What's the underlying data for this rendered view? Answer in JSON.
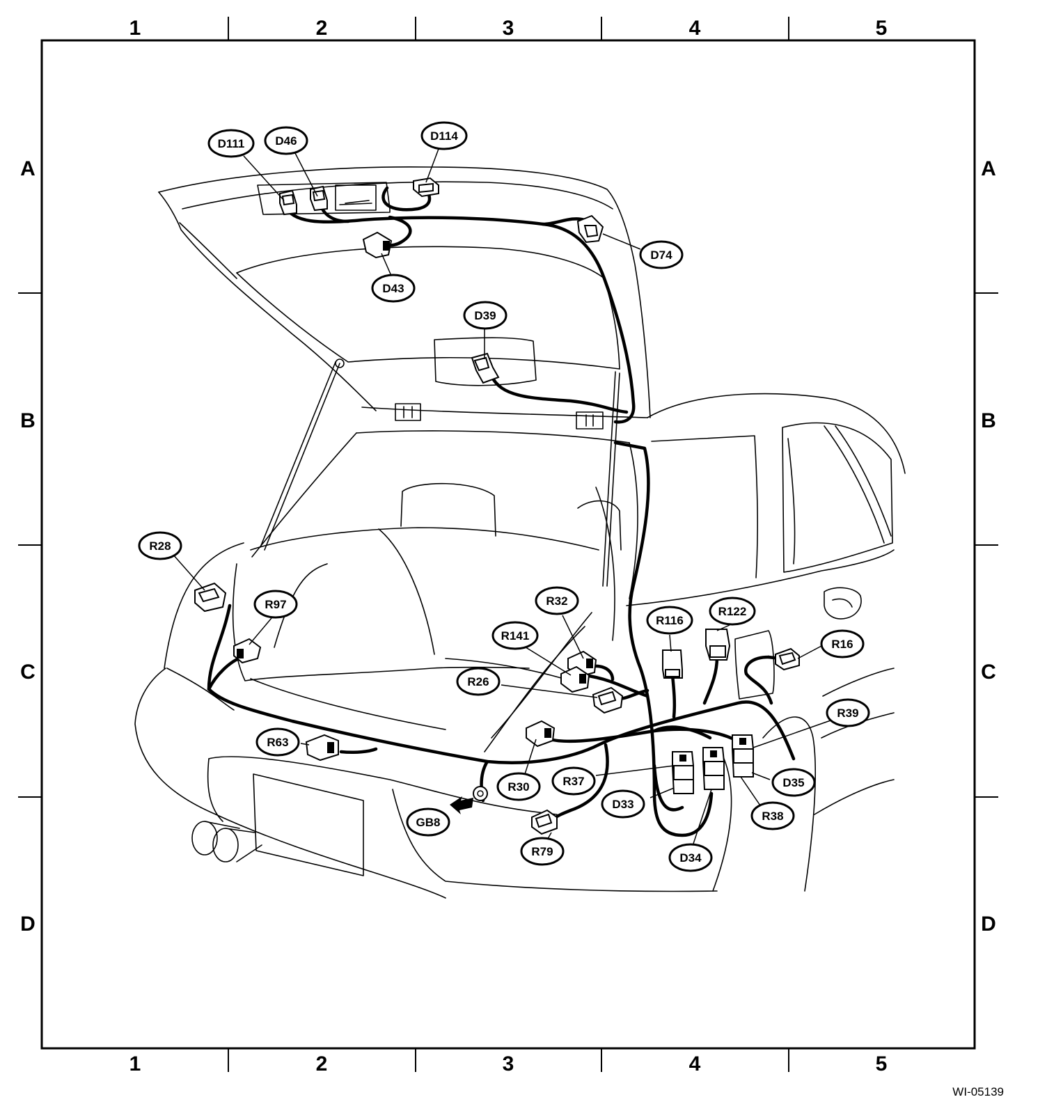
{
  "grid": {
    "columns": [
      "1",
      "2",
      "3",
      "4",
      "5"
    ],
    "rows": [
      "A",
      "B",
      "C",
      "D"
    ]
  },
  "connectors": [
    {
      "id": "D111"
    },
    {
      "id": "D46"
    },
    {
      "id": "D114"
    },
    {
      "id": "D74"
    },
    {
      "id": "D43"
    },
    {
      "id": "D39"
    },
    {
      "id": "R28"
    },
    {
      "id": "R97"
    },
    {
      "id": "R32"
    },
    {
      "id": "R141"
    },
    {
      "id": "R116"
    },
    {
      "id": "R122"
    },
    {
      "id": "R16"
    },
    {
      "id": "R26"
    },
    {
      "id": "R39"
    },
    {
      "id": "R63"
    },
    {
      "id": "R30"
    },
    {
      "id": "R37"
    },
    {
      "id": "D35"
    },
    {
      "id": "D33"
    },
    {
      "id": "R38"
    },
    {
      "id": "GB8"
    },
    {
      "id": "R79"
    },
    {
      "id": "D34"
    }
  ],
  "drawing_id": "WI-05139"
}
